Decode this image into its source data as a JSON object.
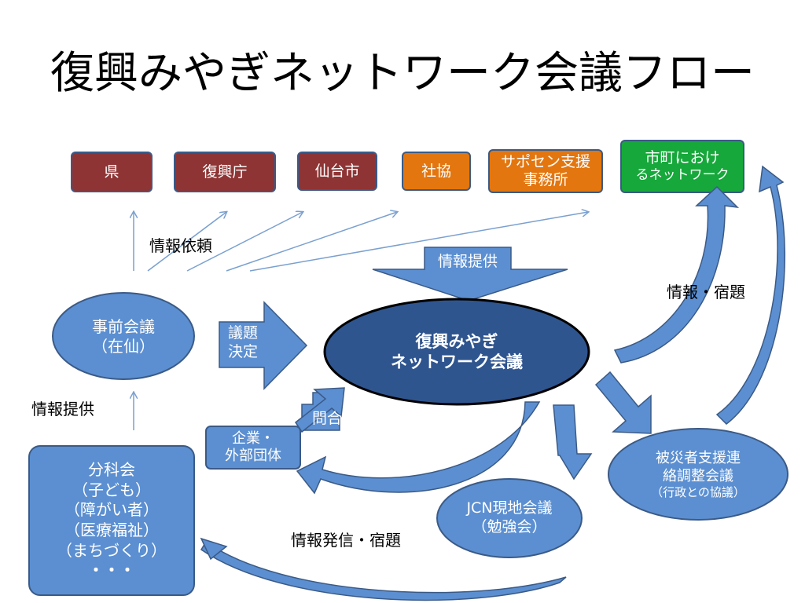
{
  "title": "復興みやぎネットワーク会議フロー",
  "top_boxes": {
    "ken": "県",
    "fukkocho": "復興庁",
    "sendai": "仙台市",
    "shakyo": "社協",
    "sapocen_1": "サポセン支援",
    "sapocen_2": "事務所",
    "machi_1": "市町におけ",
    "machi_2": "るネットワーク"
  },
  "labels": {
    "info_request": "情報依頼",
    "info_provide_top": "情報提供",
    "info_homework": "情報・宿題",
    "info_provide_left": "情報提供",
    "topic_decide_1": "議題",
    "topic_decide_2": "決定",
    "inquiry": "問合",
    "send_homework": "情報発信・宿題"
  },
  "nodes": {
    "pre_meeting_1": "事前会議",
    "pre_meeting_2": "（在仙）",
    "main_1": "復興みやぎ",
    "main_2": "ネットワーク会議",
    "company_1": "企業・",
    "company_2": "外部団体",
    "subcommittee": [
      "分科会",
      "（子ども）",
      "（障がい者）",
      "（医療福祉）",
      "（まちづくり）",
      "・・・"
    ],
    "jcn_1": "JCN現地会議",
    "jcn_2": "（勉強会）",
    "victim_1": "被災者支援連",
    "victim_2": "絡調整会議",
    "victim_3": "（行政との協議）"
  },
  "colors": {
    "node_blue": "#5b8fd1",
    "node_dark": "#2f558f",
    "outline": "#3b5a86",
    "box_red": "#8e3434",
    "box_orange": "#e3760f",
    "box_green": "#16a83a",
    "thin_arrow": "#7aa0d0"
  }
}
